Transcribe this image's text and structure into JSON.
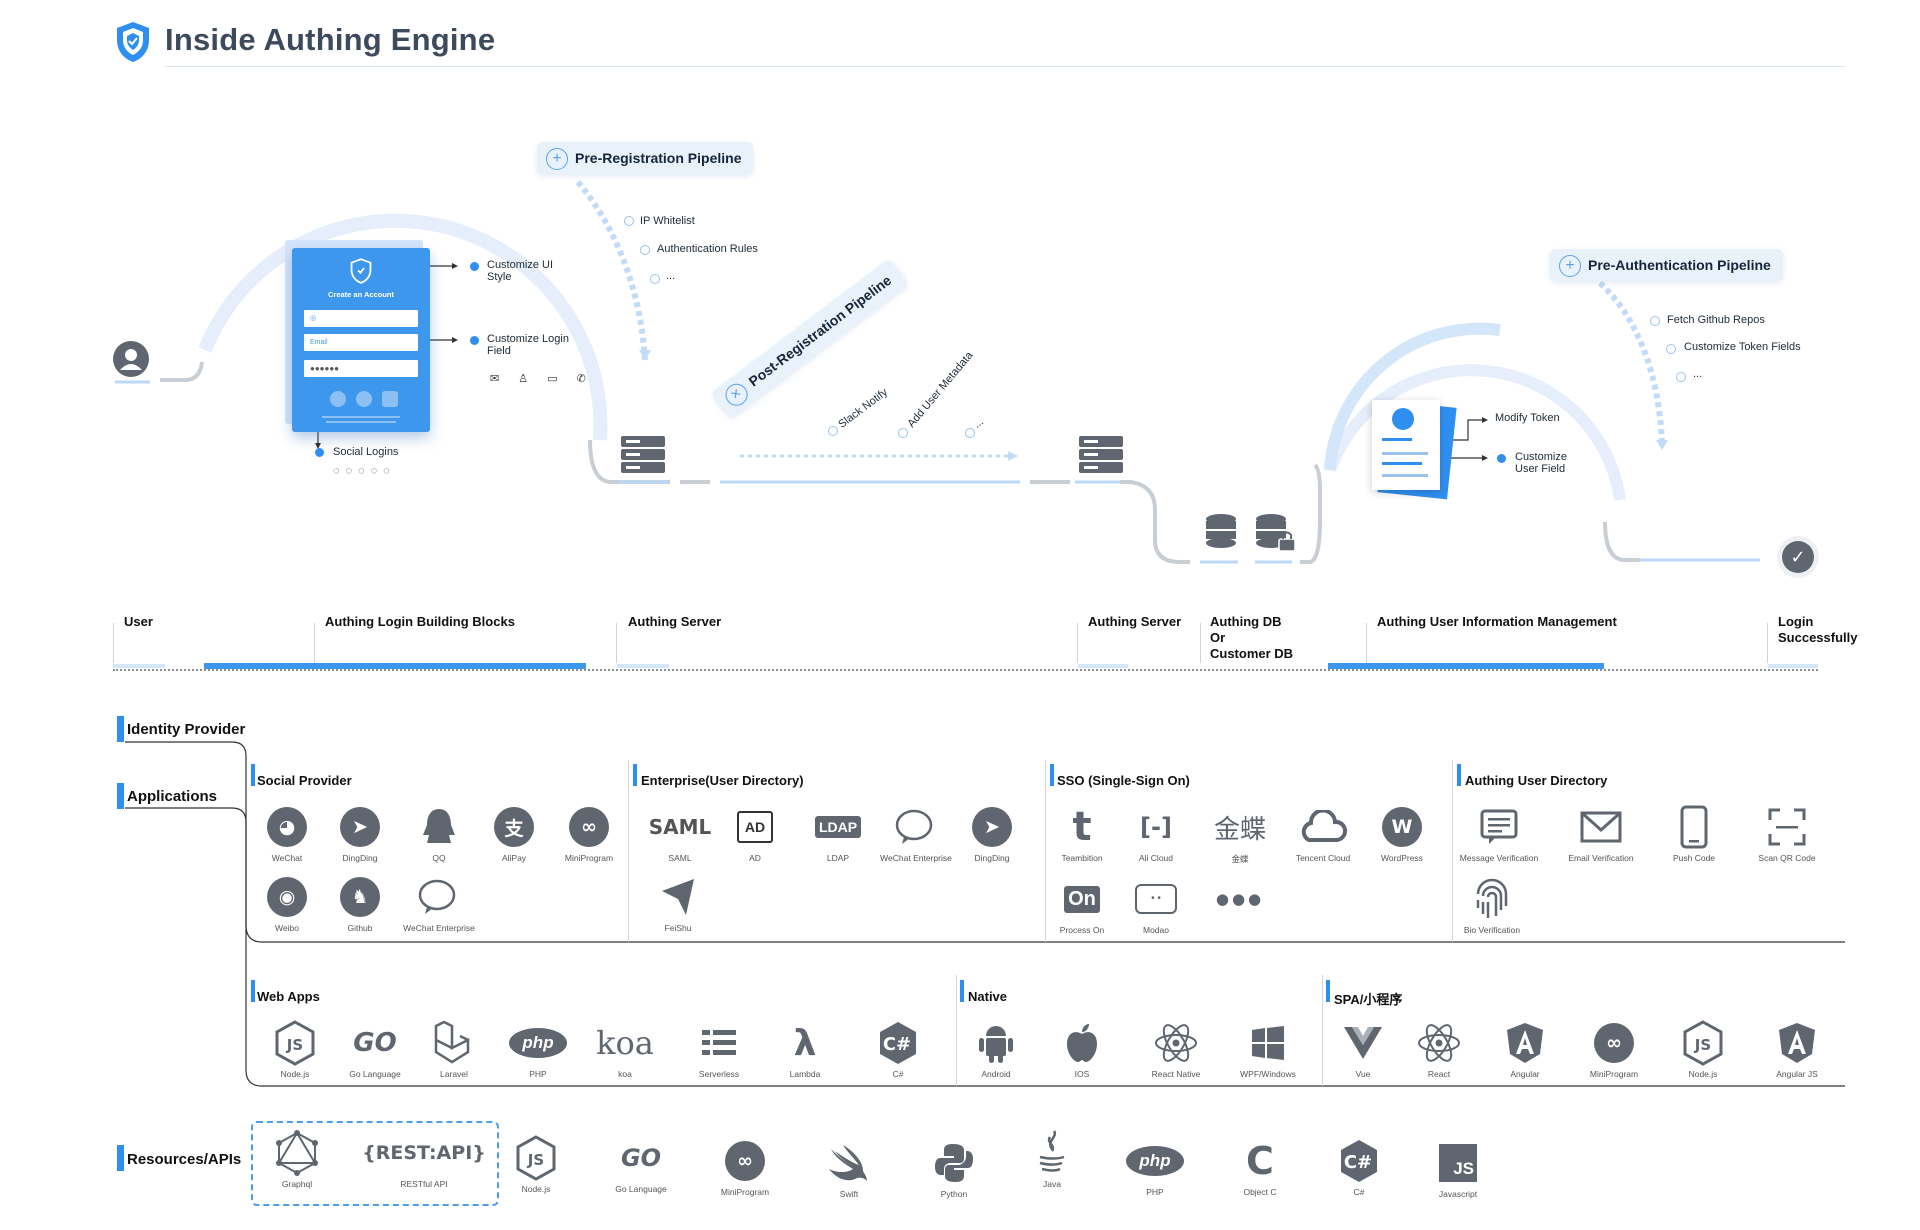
{
  "title": "Inside Authing Engine",
  "colors": {
    "accent": "#2f8ff0",
    "accent_light": "#dbe9fb",
    "icon_gray": "#5f6670",
    "text": "#111111"
  },
  "pipelines": {
    "pre_registration": {
      "label": "Pre-Registration Pipeline",
      "items": [
        "IP Whitelist",
        "Authentication Rules",
        "..."
      ]
    },
    "post_registration": {
      "label": "Post-Registration Pipeline",
      "items": [
        "Slack Notify",
        "Add User Metadata",
        "..."
      ]
    },
    "pre_authentication": {
      "label": "Pre-Authentication Pipeline",
      "items": [
        "Fetch Github Repos",
        "Customize Token Fields",
        "..."
      ]
    }
  },
  "login_form": {
    "title": "Create an Account",
    "email_placeholder": "Email",
    "password_mask": "●●●●●●",
    "annotations": {
      "ui_style": "Customize UI Style",
      "login_field": "Customize Login Field",
      "social_logins": "Social Logins"
    }
  },
  "user_info": {
    "modify_token": "Modify Token",
    "customize_user_field": "Customize User Field"
  },
  "stages": [
    {
      "label": "User"
    },
    {
      "label": "Authing Login Building Blocks"
    },
    {
      "label": "Authing Server"
    },
    {
      "label": "Authing Server"
    },
    {
      "label": "Authing  DB\nOr\nCustomer DB"
    },
    {
      "label": "Authing User Information Management"
    },
    {
      "label": "Login\nSuccessfully"
    }
  ],
  "sections": {
    "identity_provider": "Identity Provider",
    "applications": "Applications",
    "resources": "Resources/APIs"
  },
  "groups": {
    "social": {
      "title": "Social Provider",
      "items": [
        "WeChat",
        "DingDing",
        "QQ",
        "AliPay",
        "MiniProgram",
        "Weibo",
        "Github",
        "WeChat Enterprise"
      ]
    },
    "enterprise": {
      "title": "Enterprise(User Directory)",
      "items": [
        "SAML",
        "AD",
        "LDAP",
        "WeChat Enterprise",
        "DingDing",
        "FeiShu"
      ]
    },
    "sso": {
      "title": "SSO (Single-Sign On)",
      "items": [
        "Teambition",
        "Ali Cloud",
        "金蝶",
        "Tencent Cloud",
        "WordPress",
        "Process On",
        "Modao"
      ]
    },
    "directory": {
      "title": "Authing User Directory",
      "items": [
        "Message Verification",
        "Email Verification",
        "Push Code",
        "Scan QR Code",
        "Bio Verification"
      ]
    },
    "webapps": {
      "title": "Web Apps",
      "items": [
        "Node.js",
        "Go Language",
        "Laravel",
        "PHP",
        "koa",
        "Serverless",
        "Lambda",
        "C#"
      ]
    },
    "native": {
      "title": "Native",
      "items": [
        "Android",
        "IOS",
        "React Native",
        "WPF/Windows"
      ]
    },
    "spa": {
      "title": "SPA/小程序",
      "items": [
        "Vue",
        "React",
        "Angular",
        "MiniProgram",
        "Node.js",
        "Angular JS"
      ]
    },
    "resources": {
      "items": [
        "Graphql",
        "RESTful API",
        "Node.js",
        "Go Language",
        "MiniProgram",
        "Swift",
        "Python",
        "Java",
        "PHP",
        "Object C",
        "C#",
        "Javascript"
      ]
    }
  },
  "logos": {
    "saml": "SAML",
    "ad": "AD",
    "ldap": "LDAP",
    "kingdee": "金蝶",
    "on": "On",
    "php": "php",
    "koa": "koa",
    "go": "GO",
    "rest": "{REST:API}",
    "js": "JS",
    "lambda": "λ",
    "objc": "C",
    "more": "●●●",
    "dots": "..."
  }
}
